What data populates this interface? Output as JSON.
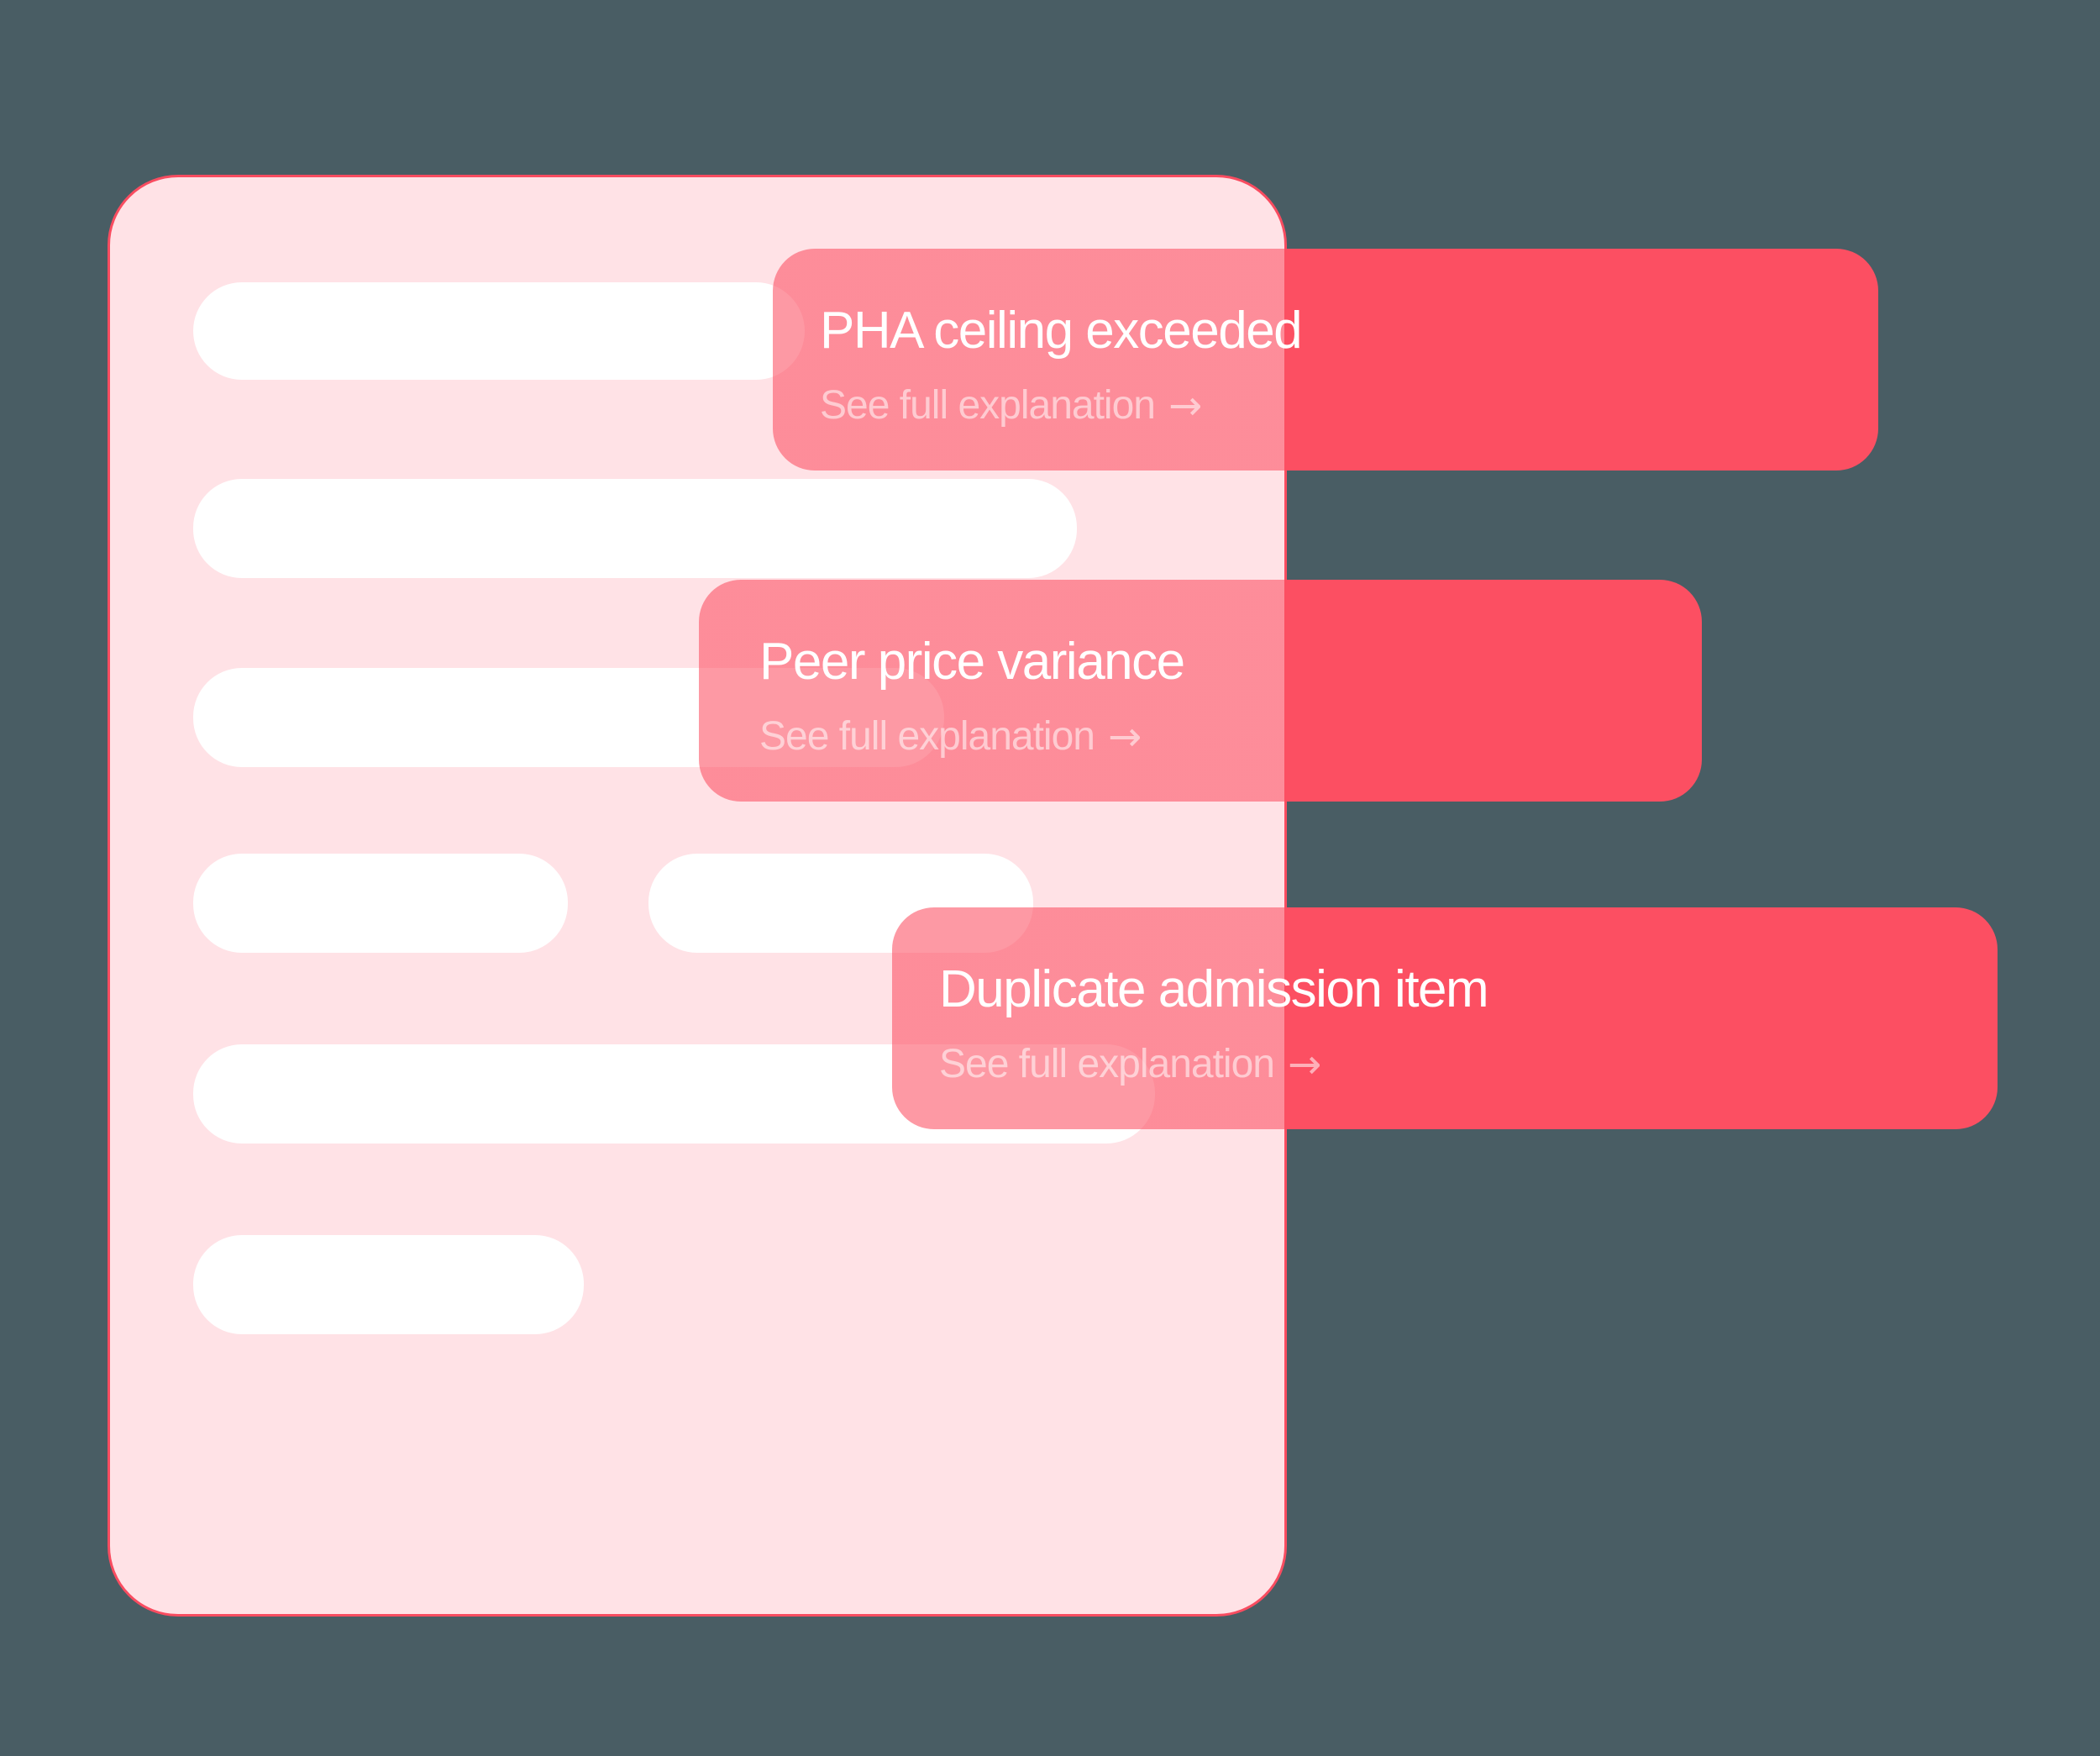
{
  "illustration": {
    "background_color": "#495d64",
    "document_card": {
      "fill_color": "#ffe2e6",
      "border_color": "#f94c60",
      "placeholder_bar_color": "#ffffff"
    },
    "chips": {
      "solid_color": "#fc4f62",
      "overlay_color": "rgba(252,79,98,0.58)",
      "title_color": "#ffffff",
      "items": [
        {
          "title": "PHA ceiling exceeded",
          "link_label": "See full explanation",
          "arrow": "→"
        },
        {
          "title": "Peer price variance",
          "link_label": "See full explanation",
          "arrow": "→"
        },
        {
          "title": "Duplicate admission item",
          "link_label": "See full explanation",
          "arrow": "→"
        }
      ]
    }
  }
}
